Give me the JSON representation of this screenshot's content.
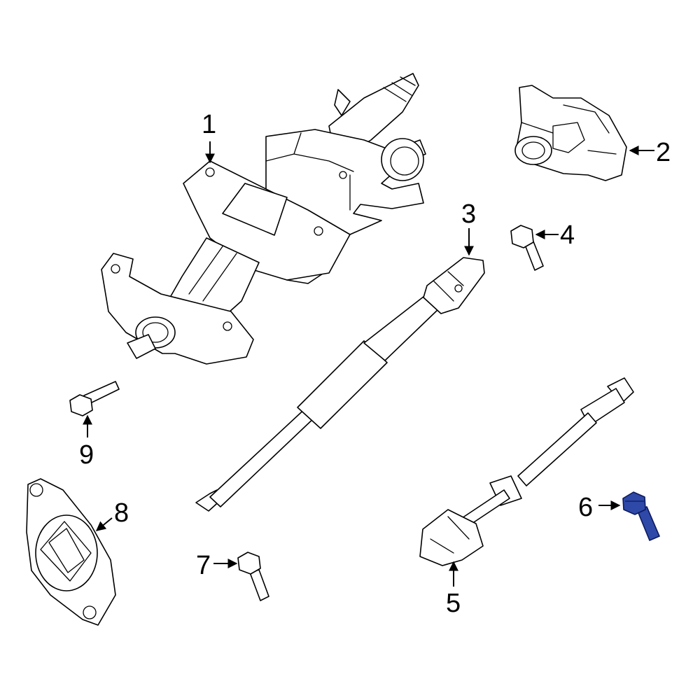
{
  "callouts": [
    {
      "id": "1",
      "label": "1",
      "part": "steering-column-assembly"
    },
    {
      "id": "2",
      "label": "2",
      "part": "column-cover-bracket"
    },
    {
      "id": "3",
      "label": "3",
      "part": "upper-intermediate-shaft"
    },
    {
      "id": "4",
      "label": "4",
      "part": "bolt"
    },
    {
      "id": "5",
      "label": "5",
      "part": "lower-intermediate-shaft"
    },
    {
      "id": "6",
      "label": "6",
      "part": "bolt",
      "highlighted": true
    },
    {
      "id": "7",
      "label": "7",
      "part": "bolt"
    },
    {
      "id": "8",
      "label": "8",
      "part": "dash-seal-plate"
    },
    {
      "id": "9",
      "label": "9",
      "part": "bolt"
    }
  ],
  "colors": {
    "line": "#000000",
    "background": "#ffffff",
    "highlight_fill": "#2e49a8",
    "highlight_stroke": "#0d1a5c"
  }
}
